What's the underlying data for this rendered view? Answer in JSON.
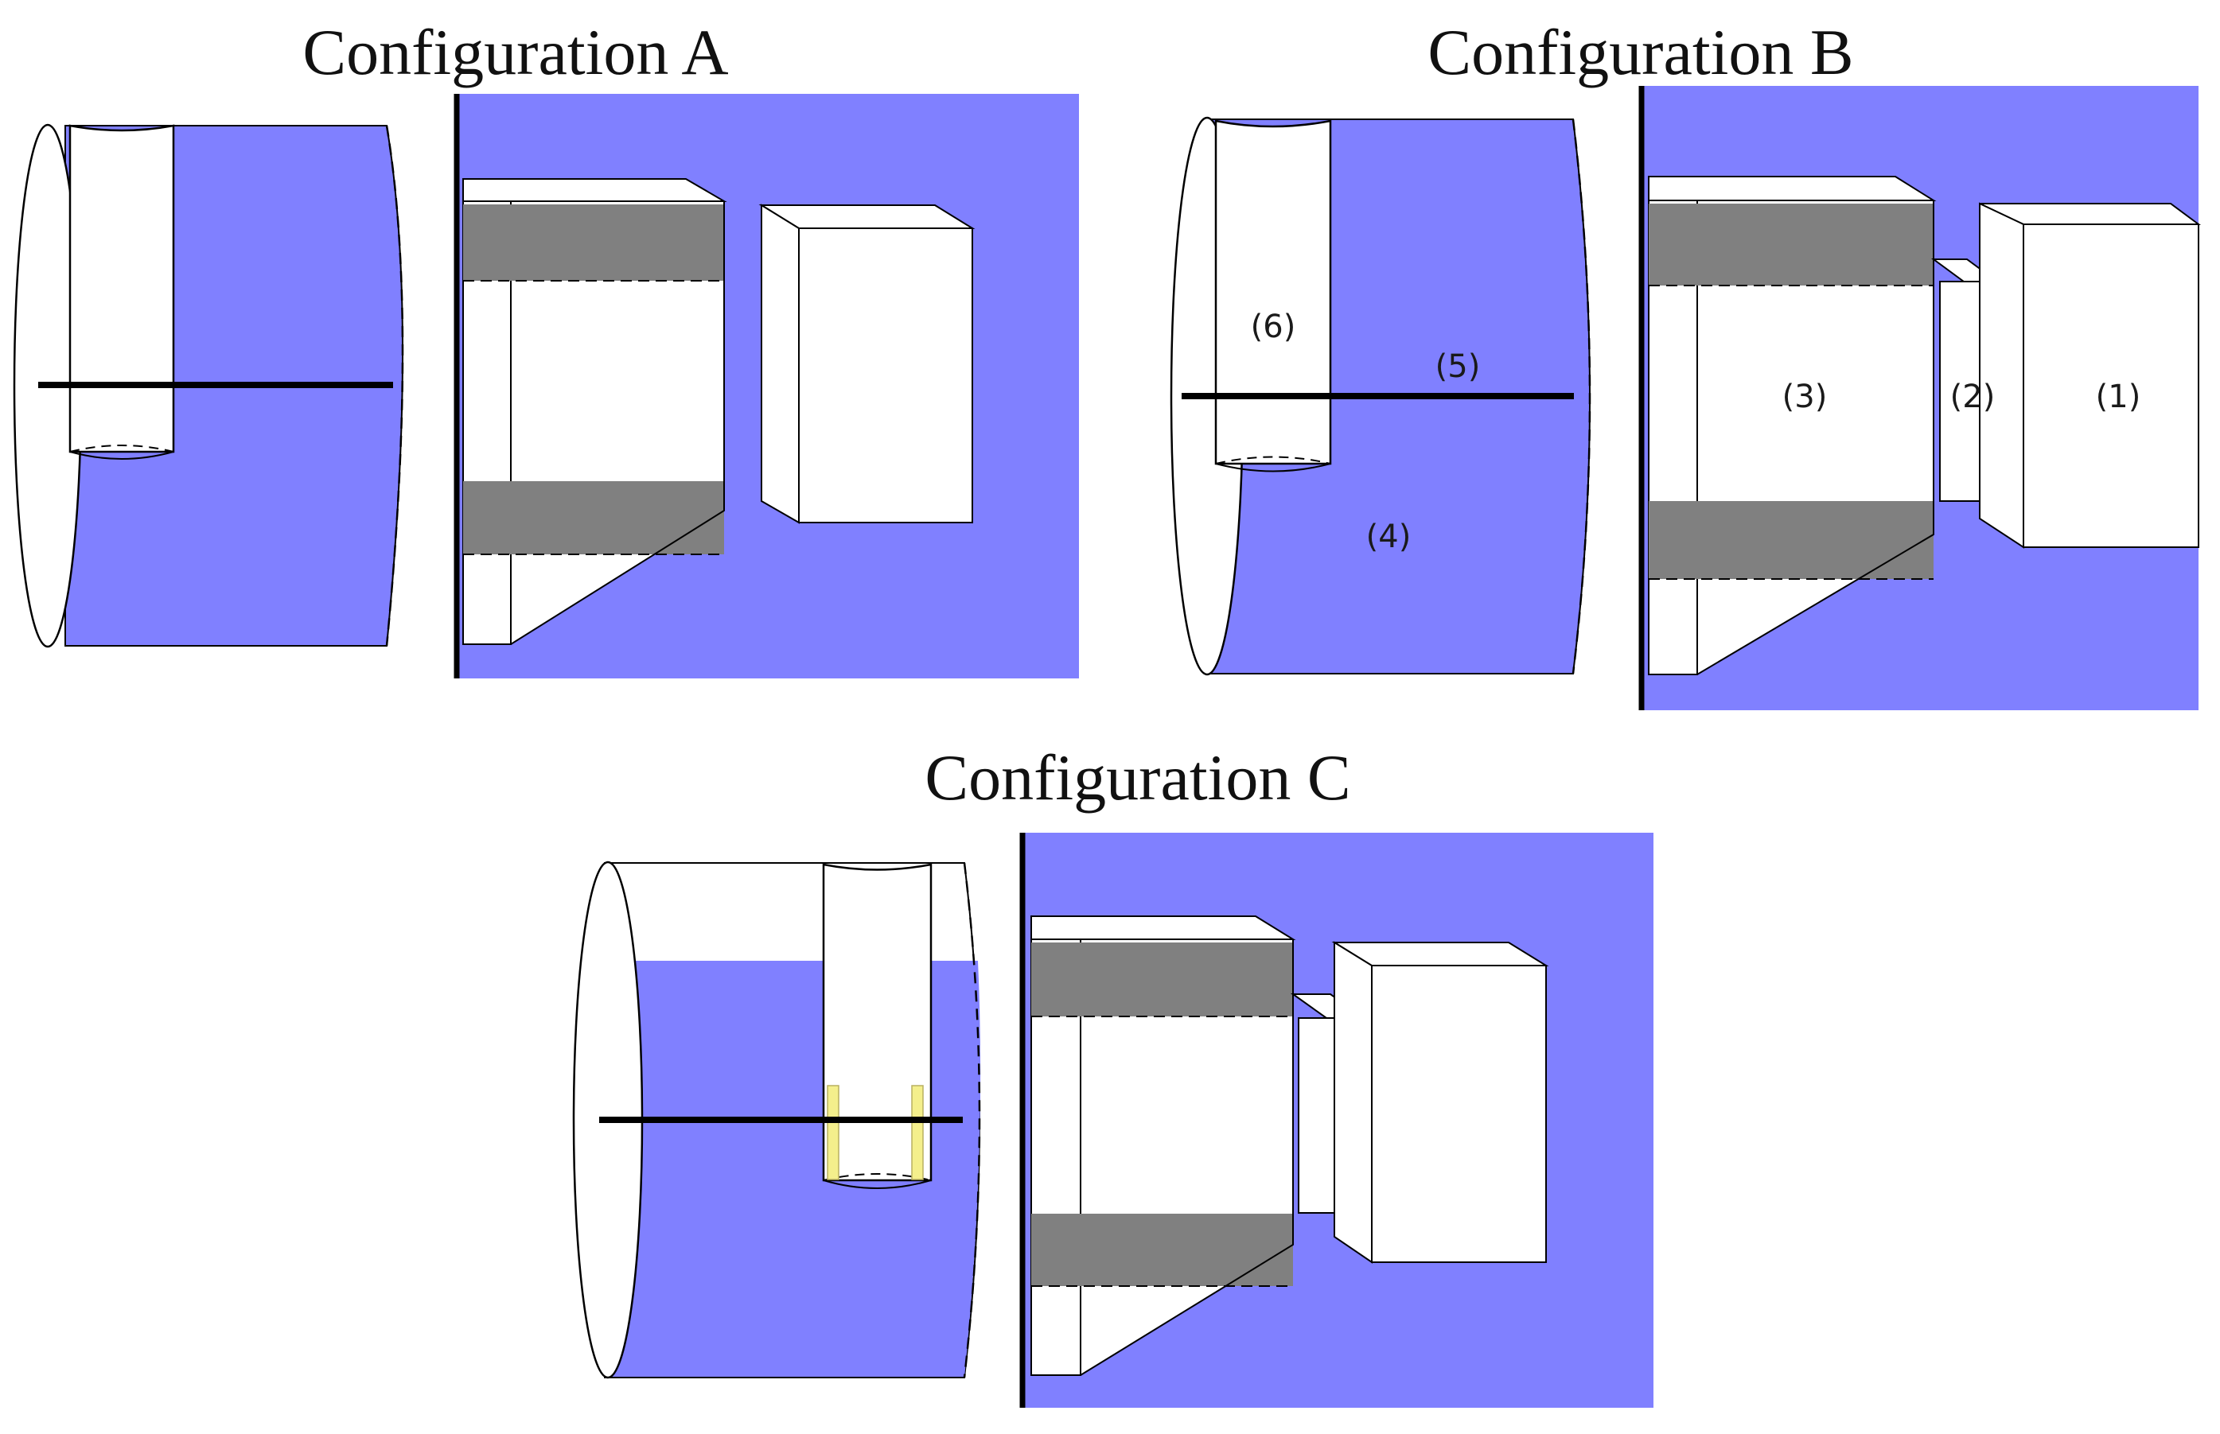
{
  "titles": {
    "a": "Configuration A",
    "b": "Configuration B",
    "c": "Configuration C"
  },
  "callouts": {
    "l1": "(1)",
    "l2": "(2)",
    "l3": "(3)",
    "l4": "(4)",
    "l5": "(5)",
    "l6": "(6)"
  },
  "colors": {
    "liquid": "#8080ff",
    "band": "#808080",
    "strip": "#f4ef8c",
    "outline": "#000000",
    "fill": "#ffffff"
  }
}
